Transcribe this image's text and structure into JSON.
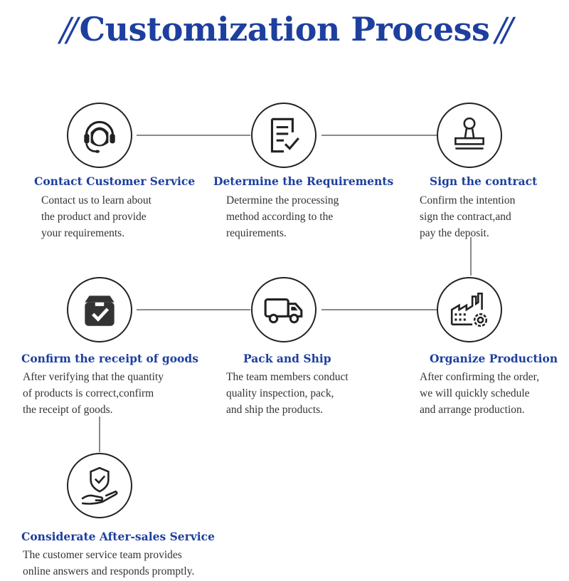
{
  "title": "Customization Process",
  "title_slash": "//",
  "colors": {
    "accent": "#1d3f9e",
    "line": "#8a8a8a",
    "icon": "#222222"
  },
  "steps": [
    {
      "icon": "headset-icon",
      "title": "Contact Customer Service",
      "lines": [
        "Contact us to learn about",
        "the product and provide",
        "your requirements."
      ]
    },
    {
      "icon": "document-check-icon",
      "title": "Determine the Requirements",
      "lines": [
        "Determine the processing",
        "method according to the",
        "requirements."
      ]
    },
    {
      "icon": "stamp-icon",
      "title": "Sign the contract",
      "lines": [
        "Confirm the intention",
        "sign the contract,and",
        "pay the deposit."
      ]
    },
    {
      "icon": "box-check-icon",
      "title": "Confirm the receipt of goods",
      "lines": [
        "After verifying that the quantity",
        "of products is correct,confirm",
        "the receipt of goods."
      ]
    },
    {
      "icon": "truck-icon",
      "title": "Pack and Ship",
      "lines": [
        "The team members conduct",
        "quality inspection, pack,",
        "and ship the products."
      ]
    },
    {
      "icon": "factory-gear-icon",
      "title": "Organize Production",
      "lines": [
        "After confirming the order,",
        "we will quickly schedule",
        "and arrange production."
      ]
    },
    {
      "icon": "shield-hand-icon",
      "title": "Considerate After-sales Service",
      "lines": [
        "The customer service team provides",
        "online answers and responds promptly."
      ]
    }
  ]
}
